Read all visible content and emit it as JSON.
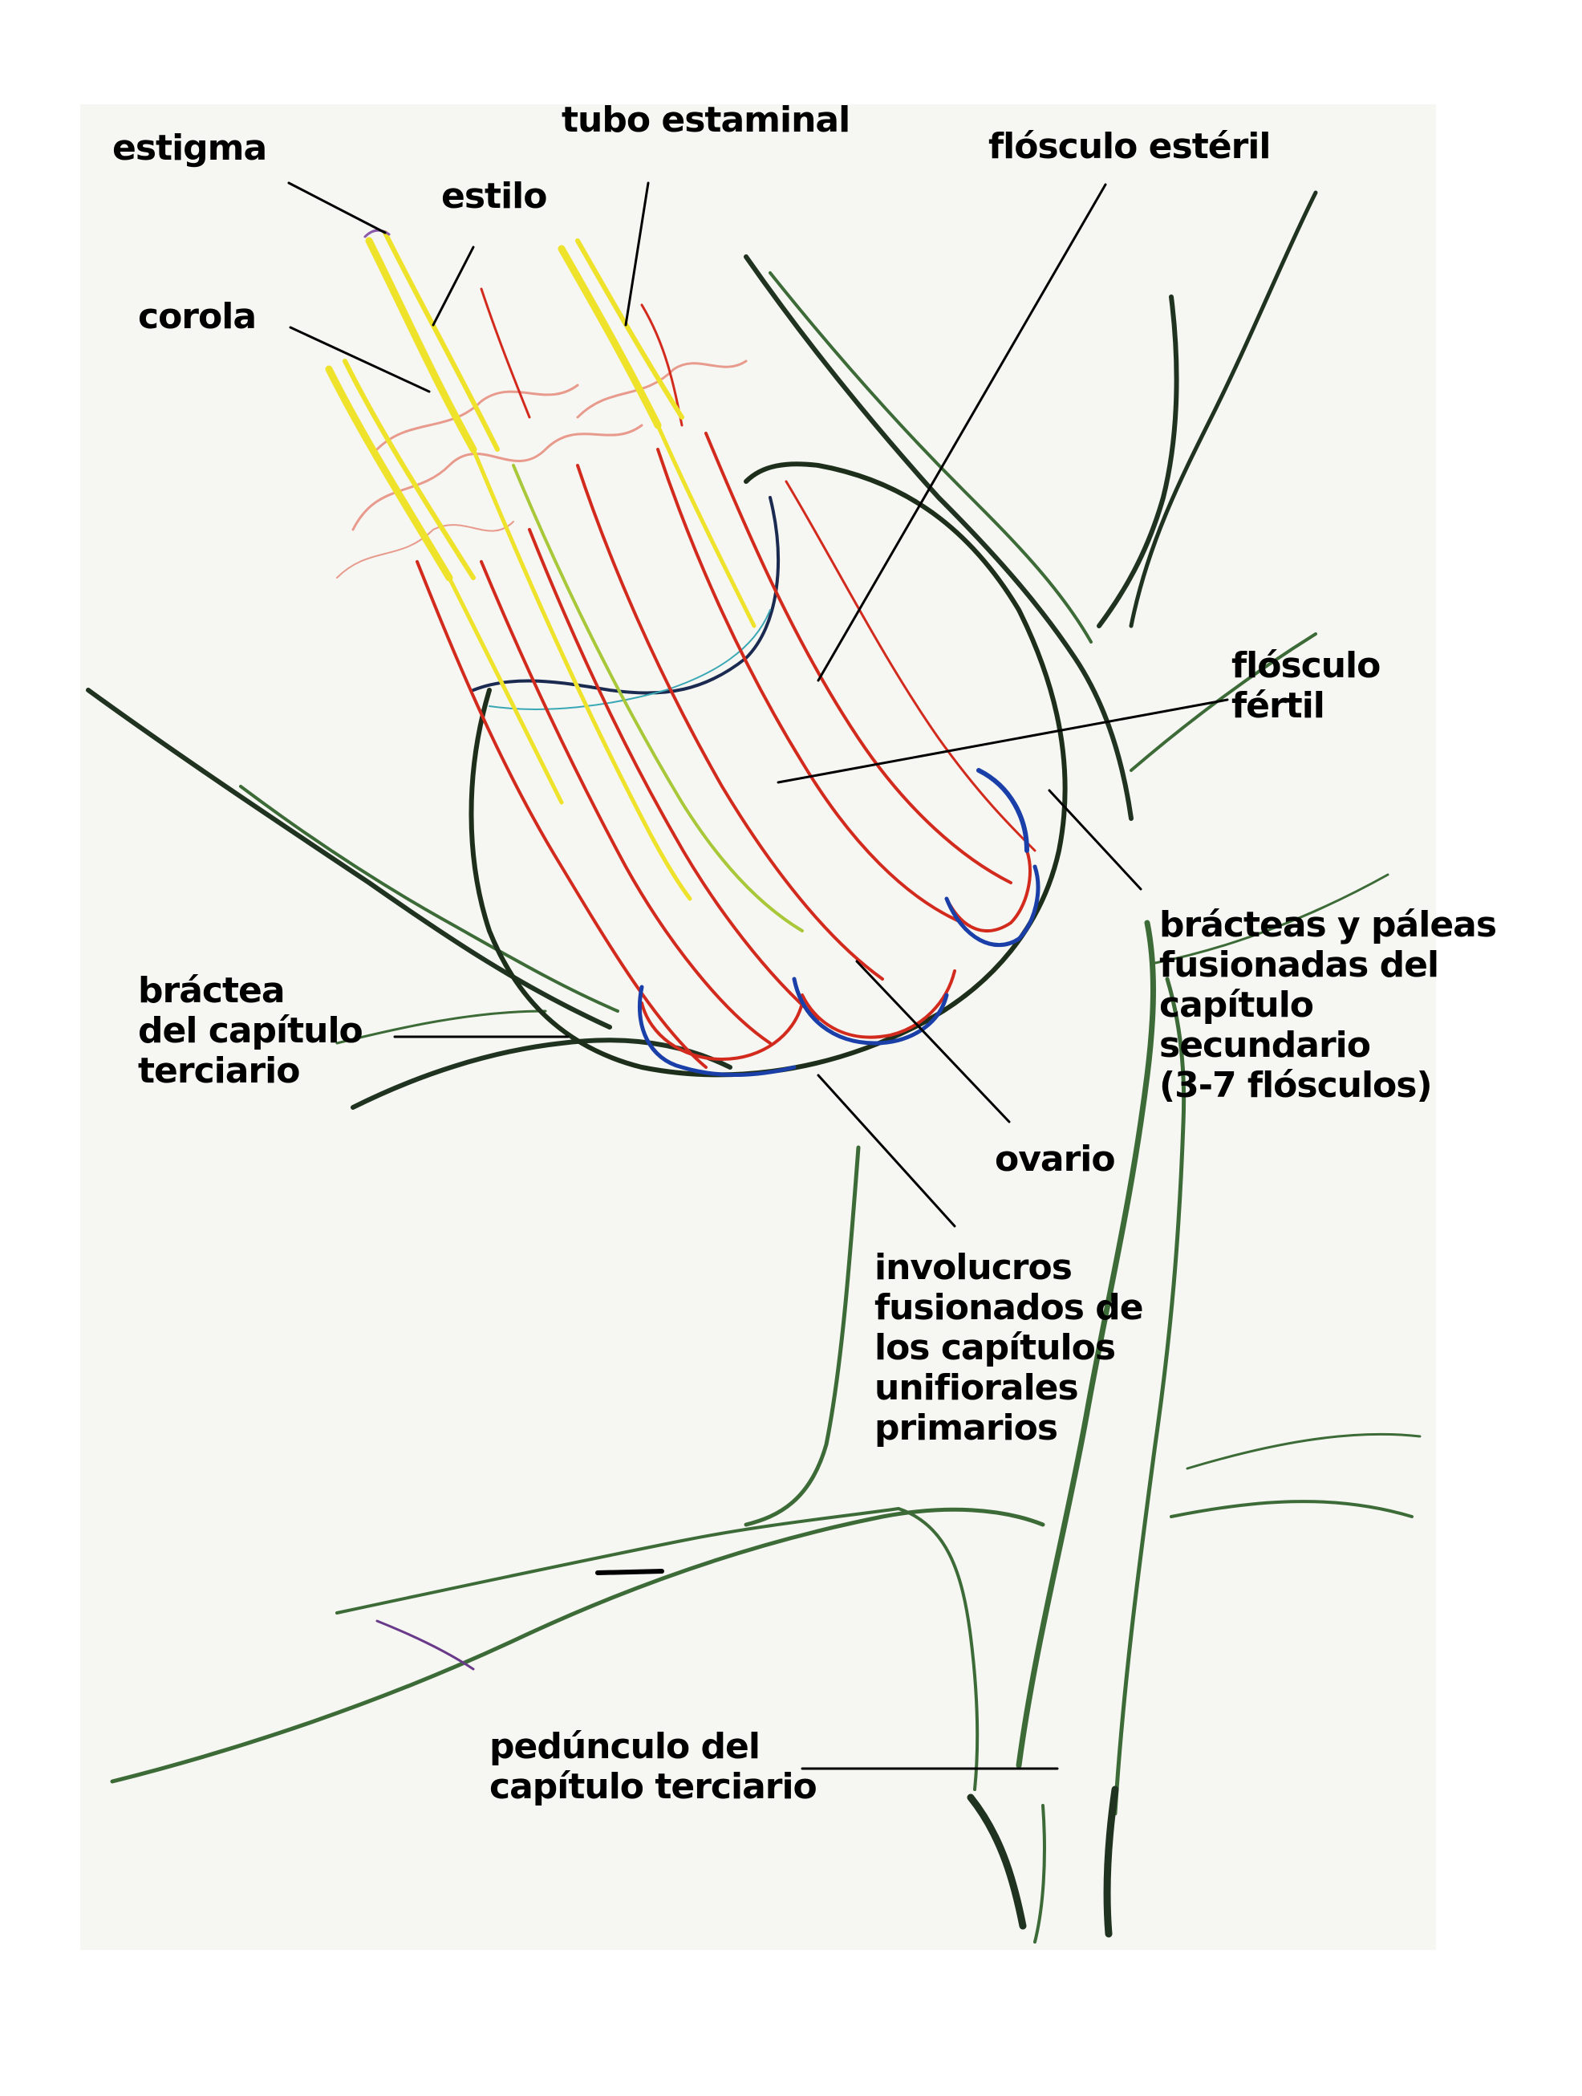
{
  "colors": {
    "leader_line": "#000000",
    "stem": "#3d6b38",
    "stem_dark": "#1f3320",
    "corolla": "#d22b1e",
    "corolla_light": "#e89a8c",
    "style_stigma": "#eee22a",
    "style_green": "#a8c83a",
    "involucre": "#1a3fa8",
    "bract_edge": "#1d2f1a"
  },
  "labels": {
    "estigma": "estigma",
    "tubo_estaminal": "tubo estaminal",
    "flosculo_esteril": "flósculo estéril",
    "estilo": "estilo",
    "corola": "corola",
    "flosculo_fertil": [
      "flósculo",
      "fértil"
    ],
    "bracteas_paleas": [
      "brácteas y páleas",
      "fusionadas del",
      "capítulo",
      "secundario",
      "(3-7 flósculos)"
    ],
    "bractea_capitulo": [
      "bráctea",
      "del capítulo",
      "terciario"
    ],
    "ovario": "ovario",
    "involucros": [
      "involucros",
      "fusionados de",
      "los capítulos",
      "unifiorales",
      "primarios"
    ],
    "peduncle": [
      "pedúnculo del",
      "capítulo terciario"
    ]
  }
}
